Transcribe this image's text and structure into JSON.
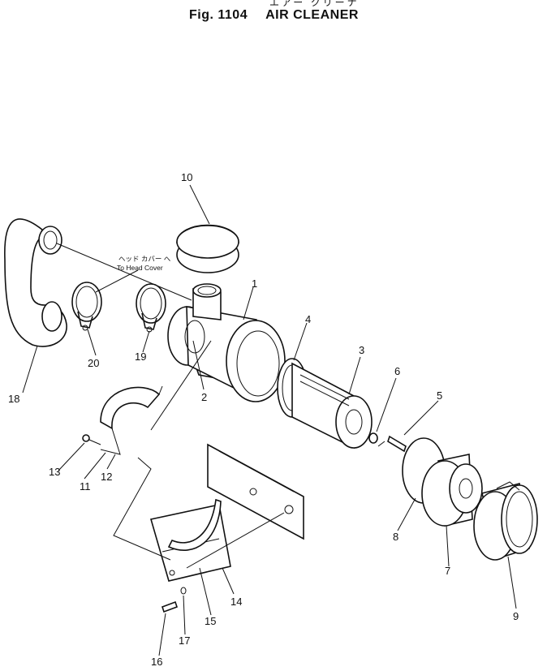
{
  "header": {
    "japanese_title": "エアー クリーナ",
    "figure_number": "Fig. 1104",
    "figure_title": "AIR CLEANER"
  },
  "annotation": {
    "japanese": "ヘッド カバー へ",
    "english": "To Head Cover"
  },
  "part_labels": [
    "1",
    "2",
    "3",
    "4",
    "5",
    "6",
    "7",
    "8",
    "9",
    "10",
    "11",
    "12",
    "13",
    "14",
    "15",
    "16",
    "17",
    "18",
    "19",
    "20"
  ]
}
